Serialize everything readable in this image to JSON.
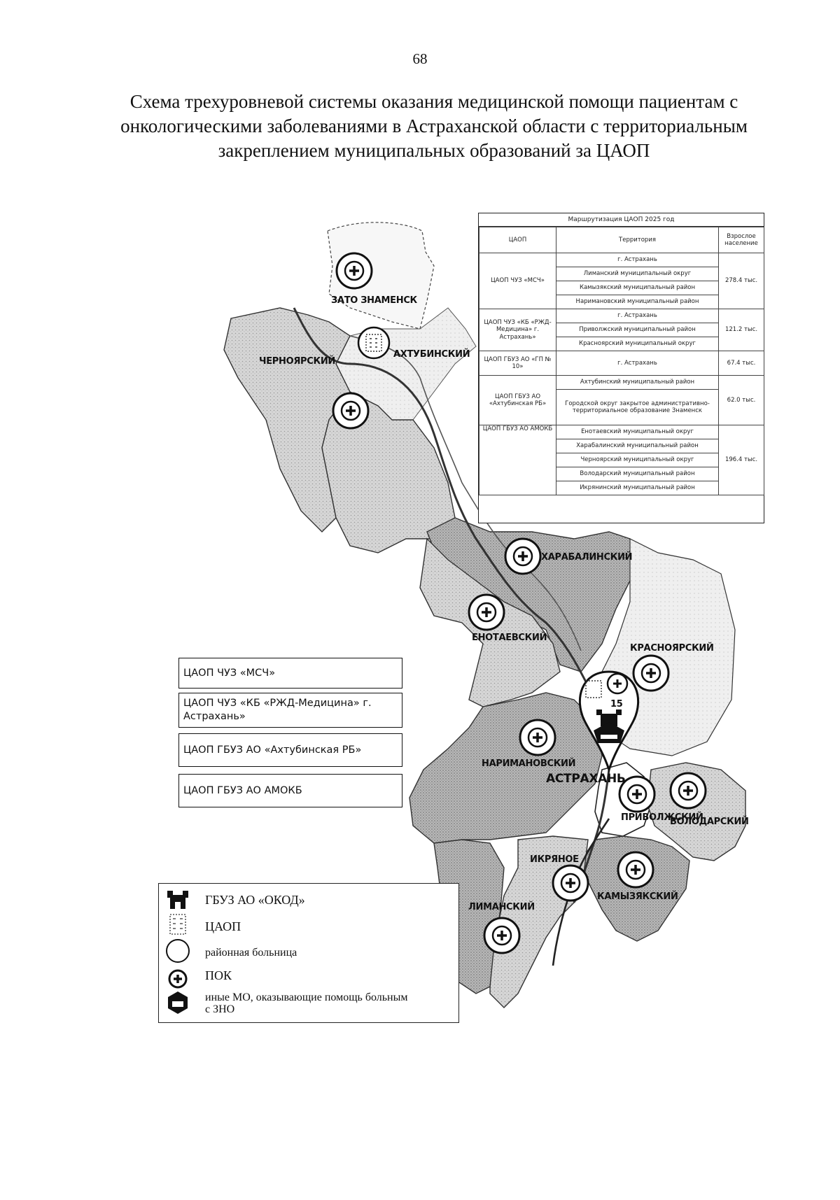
{
  "page_number": "68",
  "title": [
    "Схема трехуровневой системы оказания медицинской помощи пациентам с",
    "онкологическими заболеваниями в Астраханской области с территориальным",
    "закреплением муниципальных образований за ЦАОП"
  ],
  "map_labels": {
    "zato": "ЗАТО ЗНАМЕНСК",
    "akhtubinsky": "АХТУБИНСКИЙ",
    "chernoyarsky": "ЧЕРНОЯРСКИЙ",
    "kharabalinsky": "ХАРАБАЛИНСКИЙ",
    "enotaevsky": "ЕНОТАЕВСКИЙ",
    "krasnoyarsky": "КРАСНОЯРСКИЙ",
    "narimanovsky": "НАРИМАНОВСКИЙ",
    "astrakhan": "АСТРАХАНЬ",
    "privolzhsky": "ПРИВОЛЖСКИЙ",
    "volodarsky": "ВОЛОДАРСКИЙ",
    "ikryanoe": "ИКРЯНОЕ",
    "kamyzyaksky": "КАМЫЗЯКСКИЙ",
    "limansky": "ЛИМАНСКИЙ",
    "marker_number": "15"
  },
  "routing_table": {
    "caption": "Маршрутизация ЦАОП 2025 год",
    "headers": [
      "ЦАОП",
      "Территория",
      "Взрослое население"
    ],
    "groups": [
      {
        "center": "ЦАОП ЧУЗ «МСЧ»",
        "population": "278.4 тыс.",
        "territories": [
          "г. Астрахань",
          "Лиманский муниципальный округ",
          "Камызякский муниципальный район",
          "Наримановский муниципальный район"
        ]
      },
      {
        "center": "ЦАОП ЧУЗ «КБ «РЖД-Медицина» г. Астрахань»",
        "population": "121.2 тыс.",
        "territories": [
          "г. Астрахань",
          "Приволжский муниципальный район",
          "Красноярский муниципальный округ"
        ]
      },
      {
        "center": "ЦАОП ГБУЗ АО «ГП № 10»",
        "population": "67.4 тыс.",
        "territories": [
          "г. Астрахань"
        ]
      },
      {
        "center": "ЦАОП ГБУЗ АО «Ахтубинская РБ»",
        "population": "62.0 тыс.",
        "territories": [
          "Ахтубинский муниципальный район",
          "Городской округ закрытое административно-территориальное образование Знаменск"
        ]
      },
      {
        "center": "ЦАОП ГБУЗ АО АМОКБ",
        "population": "196.4 тыс.",
        "territories": [
          "Енотаевский муниципальный округ",
          "Харабалинский муниципальный район",
          "Черноярский муниципальный округ",
          "Володарский муниципальный район",
          "Икрянинский муниципальный район"
        ]
      }
    ]
  },
  "color_legend": [
    {
      "label": "ЦАОП ЧУЗ «МСЧ»"
    },
    {
      "label": "ЦАОП ЧУЗ «КБ «РЖД-Медицина» г. Астрахань»"
    },
    {
      "label": "ЦАОП ГБУЗ АО «Ахтубинская РБ»"
    },
    {
      "label": "ЦАОП ГБУЗ АО АМОКБ"
    }
  ],
  "symbol_legend": [
    {
      "label": "ГБУЗ АО «ОКОД»",
      "icon": "building-icon"
    },
    {
      "label": "ЦАОП",
      "icon": "dotted-building-icon"
    },
    {
      "label": "районная больница",
      "icon": "circle-icon"
    },
    {
      "label": "ПОК",
      "icon": "plus-circle-icon"
    },
    {
      "label": "иные МО, оказывающие помощь больным с ЗНО",
      "icon": "hospital-bed-icon"
    }
  ],
  "colors": {
    "region_light": "#e4e4e4",
    "region_medium": "#c9c9c9",
    "region_dark": "#a9a9a9",
    "river": "#3a3a3a",
    "outline": "#222222"
  }
}
